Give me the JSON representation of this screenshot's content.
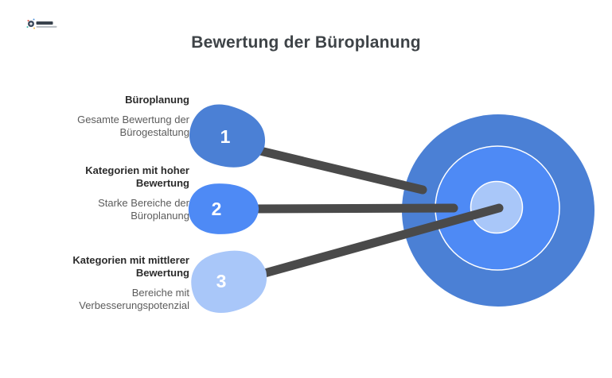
{
  "title": {
    "text": "Bewertung der Büroplanung",
    "color": "#3e4347"
  },
  "logo": {
    "icon": "sparkle-logo-icon"
  },
  "labels": [
    {
      "number": "1",
      "heading": "Büroplanung",
      "body": "Gesamte Bewertung der Bürogestaltung",
      "color": "#4b80d5"
    },
    {
      "number": "2",
      "heading": "Kategorien mit hoher Bewertung",
      "body": "Starke Bereiche der Büroplanung",
      "color": "#4e8af5"
    },
    {
      "number": "3",
      "heading": "Kategorien mit mittlerer Bewertung",
      "body": "Bereiche mit Verbesserungspotenzial",
      "color": "#a9c7f9"
    }
  ],
  "target": {
    "rings": [
      {
        "name": "outer-ring",
        "color": "#4b80d5"
      },
      {
        "name": "middle-ring",
        "color": "#4e8af5"
      },
      {
        "name": "bullseye",
        "color": "#a9c7f9"
      }
    ],
    "ring_stroke": "#ffffff",
    "connector_color": "#4a4a4a"
  },
  "text_colors": {
    "heading": "#2b2b2b",
    "body": "#5c5c5c"
  }
}
